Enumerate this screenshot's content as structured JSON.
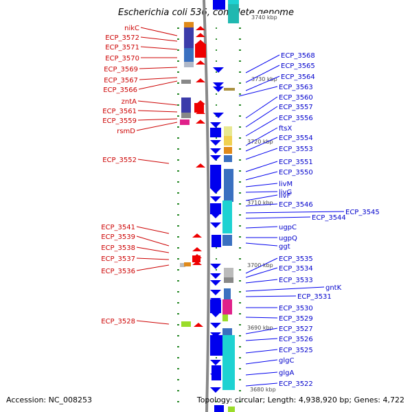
{
  "title": "Escherichia coli 536, complete genome",
  "accession": "Accession: NC_008253",
  "topology": "Topology: circular; Length: 4,938,920 bp; Genes: 4,722",
  "kbp_labels": [
    "3740 kbp",
    "3730 kbp",
    "3720 kbp",
    "3710 kbp",
    "3700 kbp",
    "3690 kbp",
    "3680 kbp"
  ],
  "left_genes": [
    "nikC",
    "ECP_3572",
    "ECP_3571",
    "ECP_3570",
    "ECP_3569",
    "ECP_3567",
    "ECP_3566",
    "zntA",
    "ECP_3561",
    "ECP_3559",
    "rsmD",
    "ECP_3552",
    "ECP_3541",
    "ECP_3539",
    "ECP_3538",
    "ECP_3537",
    "ECP_3536",
    "ECP_3528"
  ],
  "right_genes": [
    "ECP_3568",
    "ECP_3565",
    "ECP_3564",
    "ECP_3563",
    "ECP_3560",
    "ECP_3557",
    "ECP_3556",
    "ftsX",
    "ECP_3554",
    "ECP_3553",
    "ECP_3551",
    "ECP_3550",
    "livM",
    "livG",
    "livF",
    "ECP_3546",
    "ECP_3545",
    "ECP_3544",
    "ugpC",
    "ugpQ",
    "ggt",
    "ECP_3535",
    "ECP_3534",
    "ECP_3533",
    "gntK",
    "ECP_3531",
    "ECP_3530",
    "ECP_3529",
    "ECP_3527",
    "ECP_3526",
    "ECP_3525",
    "glgC",
    "glgA",
    "ECP_3522"
  ],
  "colors": {
    "left_label": "#cc0000",
    "right_label": "#0000cc",
    "forward": "#ee0000",
    "reverse": "#0000ee",
    "backbone": "#888888",
    "tick": "#2a8a2a"
  }
}
